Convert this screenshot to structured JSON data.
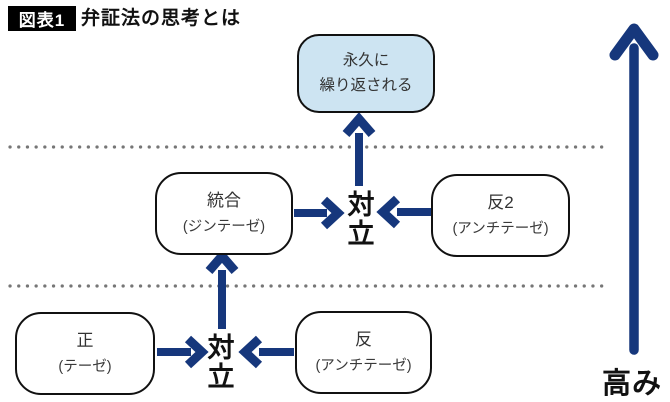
{
  "header": {
    "chip": "図表1",
    "title": "弁証法の思考とは"
  },
  "colors": {
    "arrow": "#16377c",
    "dotted": "#767676",
    "eternal-fill": "#cde4f2",
    "box-border": "#111111",
    "chip-bg": "#000000"
  },
  "boxes": {
    "eternal": {
      "line1": "永久に",
      "line2": "繰り返される"
    },
    "synthesis": {
      "title": "統合",
      "subtitle": "(ジンテーゼ)"
    },
    "antithesis2": {
      "title": "反2",
      "subtitle": "(アンチテーゼ)"
    },
    "thesis": {
      "title": "正",
      "subtitle": "(テーゼ)"
    },
    "antithesis": {
      "title": "反",
      "subtitle": "(アンチテーゼ)"
    }
  },
  "labels": {
    "conflict_top": "対立",
    "conflict_bottom": "対立",
    "height": "高み"
  }
}
